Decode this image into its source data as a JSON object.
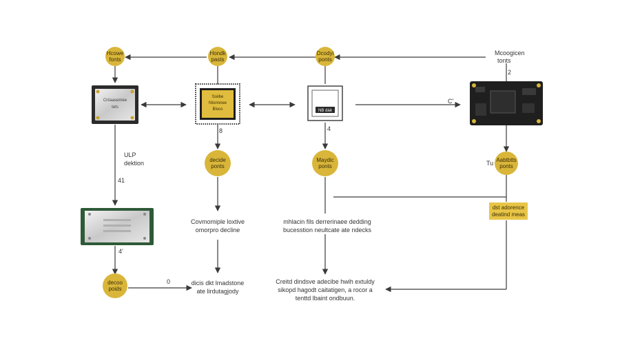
{
  "nodes": {
    "top_1": [
      "Hcowe",
      "fonts"
    ],
    "top_2": [
      "Hondk",
      "pasts"
    ],
    "top_3": [
      "Dcodyi",
      "ponts"
    ],
    "top_4": [
      "Mcoogicen",
      "tonts"
    ],
    "mid_2": [
      "decide",
      "ponts"
    ],
    "mid_3": [
      "Maydic",
      "ponts"
    ],
    "mid_4": [
      "Aabtbtts",
      "ponts"
    ],
    "bot_1": [
      "decoo",
      "poids"
    ]
  },
  "chips": {
    "chip_1": [
      "Cröaasemee",
      "tets"
    ],
    "chip_2": [
      "Soiibe",
      "Ntonnnee",
      "Bloos"
    ],
    "chip_3": "NB dàë"
  },
  "labels": {
    "top_right_2": "2",
    "right_c": "C'",
    "mid_b": "8",
    "mid_4": "4",
    "ulp": [
      "ULP",
      "dektion"
    ],
    "num_41": "41",
    "right_tu": "Tu",
    "num_4tick": "4'",
    "num_0": "0"
  },
  "notes": {
    "center_left": [
      "Covmomiple loxtive",
      "omorpro decline"
    ],
    "center_right": [
      "mhlacin fils derrerinaee dedding",
      "bucesstion neultcate ate ndecks"
    ],
    "bottom_mid": [
      "dicis dkt lmadstone",
      "ate lirdutagjody"
    ],
    "bottom_right": [
      "Creitd dindsve adecibe hwih extuldy",
      "sikopd hagodt caitatigen, a rocor a",
      "tenttd lbaint ondbuun."
    ],
    "gold_box": [
      "dst adorence",
      "deatind meas"
    ]
  }
}
